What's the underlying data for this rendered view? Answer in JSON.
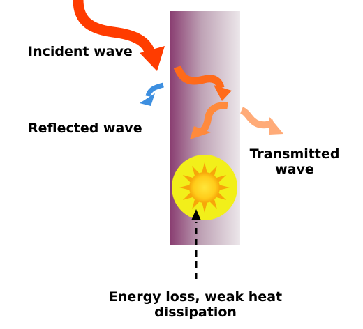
{
  "labels": {
    "incident": "Incident wave",
    "reflected": "Reflected wave",
    "transmitted_line1": "Transmitted",
    "transmitted_line2": "wave",
    "energy_line1": "Energy loss, weak heat",
    "energy_line2": "dissipation"
  },
  "colors": {
    "incident": "#ff3c00",
    "transmitted_inner": "#ff6a1a",
    "transmitted_down": "#ff8a3c",
    "transmitted_out": "#ffab78",
    "reflected": "#3d8fe0",
    "material_dark": "#8a3f72",
    "material_light": "#ece7ea",
    "sun_disc": "#f2ef1a",
    "sun_core": "#ffd000"
  }
}
